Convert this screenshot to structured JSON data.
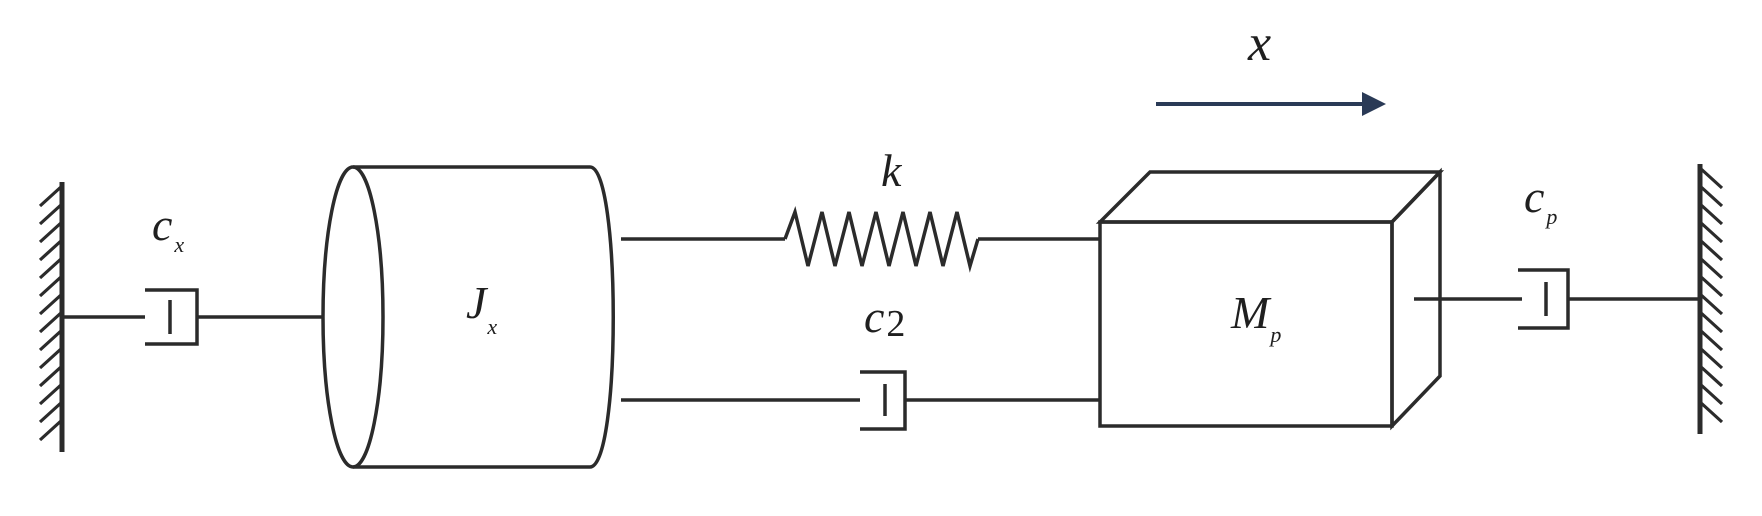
{
  "diagram": {
    "labels": {
      "displacement": "x",
      "stiffness": "k",
      "damper_left_main": "c",
      "damper_left_sub": "x",
      "inertia_main": "J",
      "inertia_sub": "x",
      "damper_mid_main": "c",
      "damper_mid_sub": "2",
      "mass_main": "M",
      "mass_sub": "p",
      "damper_right_main": "c",
      "damper_right_sub": "p"
    },
    "colors": {
      "stroke": "#2b2b2b",
      "arrow": "#2a3a56",
      "mass_side_face": "#d9d9d9",
      "background": "#ffffff"
    }
  }
}
